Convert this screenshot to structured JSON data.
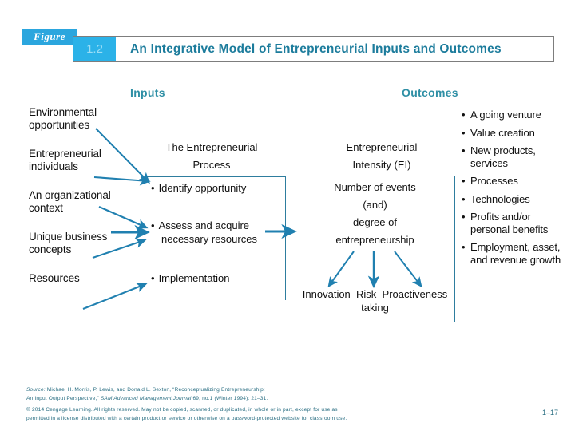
{
  "header": {
    "figure_label": "Figure",
    "figure_number": "1.2",
    "title": "An Integrative Model of Entrepreneurial Inputs and Outcomes",
    "accent_color": "#2BB2E8",
    "tag_color": "#2BA6DE",
    "title_color": "#1C7C9C"
  },
  "columns": {
    "inputs_heading": "Inputs",
    "outcomes_heading": "Outcomes",
    "heading_color": "#2E8FA5"
  },
  "inputs": [
    "Environmental opportunities",
    "Entrepreneurial individuals",
    "An organizational context",
    "Unique business concepts",
    "Resources"
  ],
  "process": {
    "title_line1": "The Entrepreneurial",
    "title_line2": "Process",
    "items": [
      {
        "bullet": "•",
        "text": "Identify opportunity",
        "text2": ""
      },
      {
        "bullet": "•",
        "text": "Assess and acquire",
        "text2": "necessary resources"
      },
      {
        "bullet": "•",
        "text": "Implementation",
        "text2": ""
      }
    ]
  },
  "intensity": {
    "title_line1": "Entrepreneurial",
    "title_line2": "Intensity (EI)",
    "body_line1": "Number of events",
    "body_line2": "(and)",
    "body_line3": "degree of",
    "body_line4": "entrepreneurship",
    "branch_left": "Innovation",
    "branch_middle": "Risk",
    "branch_middle_2": "taking",
    "branch_right": "Proactiveness"
  },
  "outcomes": [
    "A going venture",
    "Value creation",
    "New products, services",
    "Processes",
    "Technologies",
    "Profits and/or personal benefits",
    "Employment, asset, and revenue growth"
  ],
  "footer": {
    "source_label": "Source:",
    "source_text_1": " Michael H. Morris, P. Lewis, and Donald L. Sexton, “Reconceptualizing Entrepreneurship:",
    "source_text_2": "An Input Output Perspective,” ",
    "source_italic": "SAM Advanced Management Journal",
    "source_text_3": " 69, no.1 (Winter 1994): 21–31.",
    "copyright_line_1": "© 2014 Cengage Learning. All rights reserved. May not be copied, scanned, or duplicated, in whole or in part, except for use as",
    "copyright_line_2": "permitted in a license distributed with a certain product or service or otherwise on a password-protected website for classroom use.",
    "page_number": "1–17",
    "text_color": "#2B6F83"
  },
  "diagram": {
    "arrow_color": "#2E7D9E",
    "arrow_color_bright": "#1C86C4"
  }
}
